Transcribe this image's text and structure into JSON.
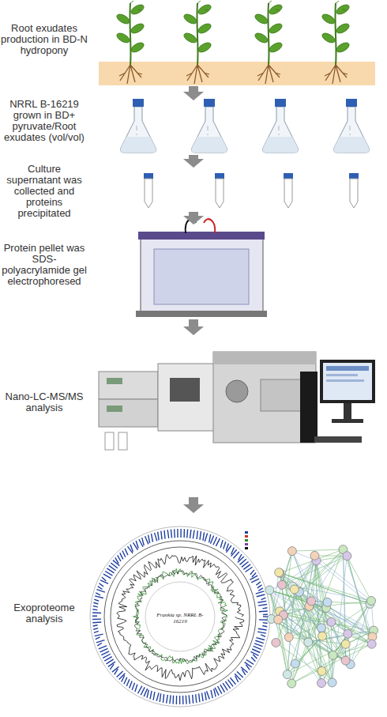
{
  "diagram": {
    "nodes": [
      {
        "text": [
          "Root exudates production in BD-N hydropony"
        ]
      },
      {
        "text": [
          "NRRL B-16219 grown in BD+ pyruvate/Root exudates (vol/vol)"
        ]
      },
      {
        "text": [
          "Culture supernatant was collected and proteins precipitated"
        ]
      },
      {
        "text": [
          "Protein pellet was SDS-polyacrylamide gel electrophoresed"
        ]
      },
      {
        "text": [
          "Nano-LC-MS/MS analysis"
        ]
      },
      {
        "text": [
          "Exoproteome analysis"
        ]
      }
    ],
    "edges": [
      {
        "from": 0,
        "to": 1,
        "arrow": "to"
      },
      {
        "from": 1,
        "to": 2,
        "arrow": "to"
      },
      {
        "from": 2,
        "to": 3,
        "arrow": "to"
      },
      {
        "from": 3,
        "to": 4,
        "arrow": "to"
      },
      {
        "from": 4,
        "to": 5,
        "arrow": "to"
      }
    ],
    "labels": [
      "Frankia sp. NRRL B-16219"
    ]
  }
}
